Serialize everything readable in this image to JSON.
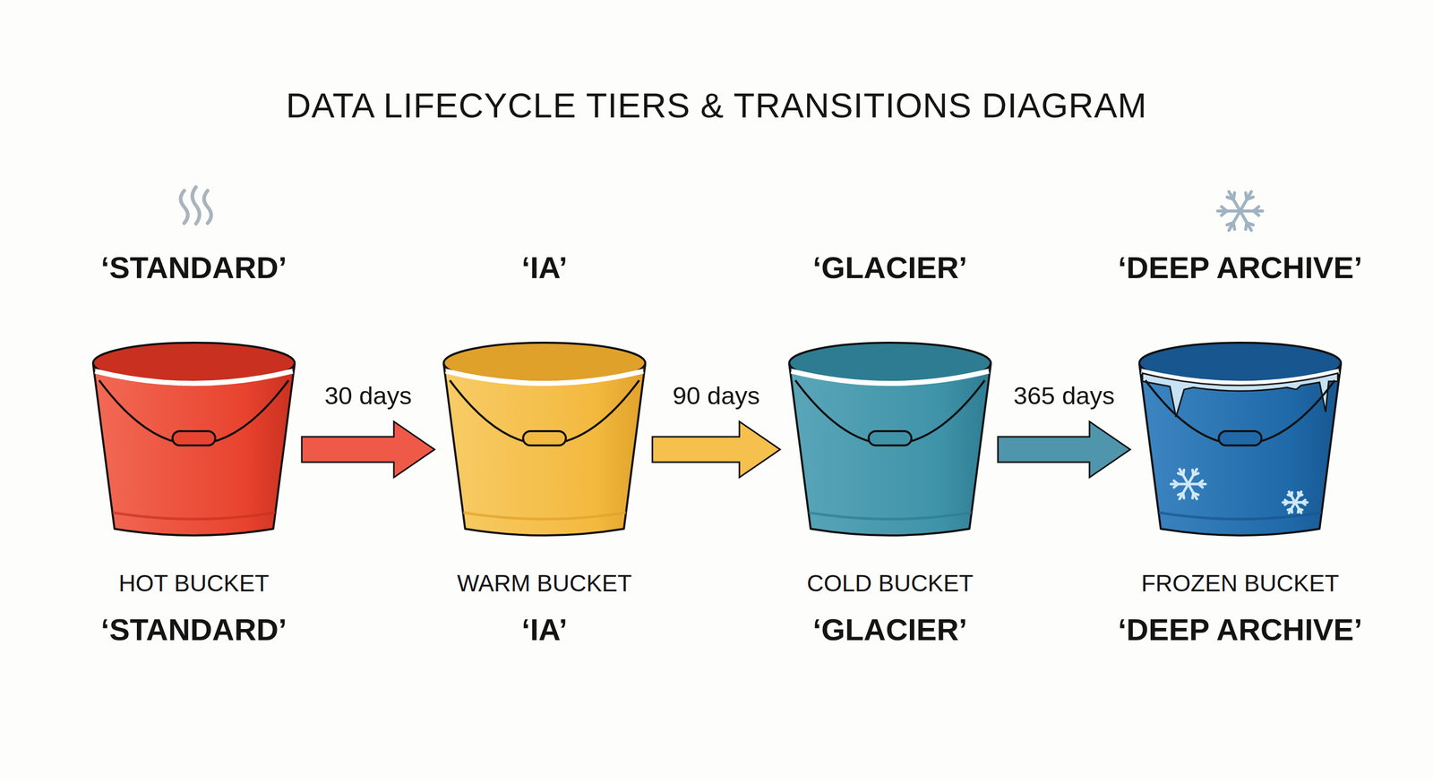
{
  "diagram": {
    "title": "DATA LIFECYCLE TIERS & TRANSITIONS DIAGRAM",
    "nodes": [
      {
        "text": [
          "‘STANDARD’",
          "HOT BUCKET",
          "‘STANDARD’"
        ]
      },
      {
        "text": [
          "‘IA’",
          "WARM BUCKET",
          "‘IA’"
        ]
      },
      {
        "text": [
          "‘GLACIER’",
          "COLD BUCKET",
          "‘GLACIER’"
        ]
      },
      {
        "text": [
          "‘DEEP ARCHIVE’",
          "FROZEN BUCKET",
          "‘DEEP ARCHIVE’"
        ]
      }
    ],
    "edges": [
      {
        "from": 0,
        "to": 1,
        "label": "30 days",
        "arrow": "to"
      },
      {
        "from": 1,
        "to": 2,
        "label": "90 days",
        "arrow": "to"
      },
      {
        "from": 2,
        "to": 3,
        "label": "365 days",
        "arrow": "to"
      }
    ]
  }
}
